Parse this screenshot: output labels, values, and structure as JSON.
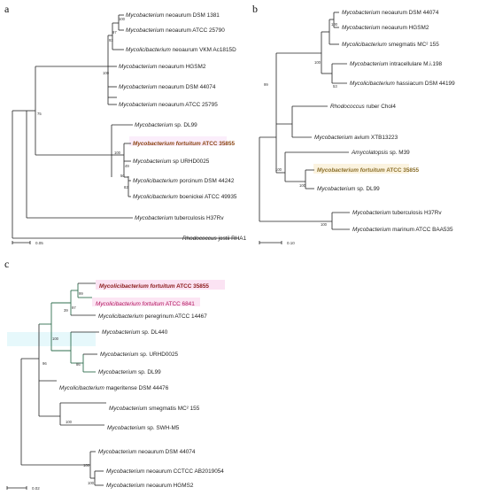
{
  "panels": {
    "a": {
      "letter": "a",
      "scale_label": "0.05",
      "accent": "#8b4513",
      "highlight_bg": "#fbeefb",
      "taxa": [
        {
          "genus": "Mycobacterium",
          "rest": "neoaurum DSM 1381"
        },
        {
          "genus": "Mycobacterium",
          "rest": "neoaurum ATCC 25790"
        },
        {
          "genus": "Mycolicibacterium",
          "rest": "neoaurum VKM Ac1815D"
        },
        {
          "genus": "Mycobacterium",
          "rest": "neoaurum HGSM2"
        },
        {
          "genus": "Mycobacterium",
          "rest": "neoaurum DSM 44074"
        },
        {
          "genus": "Mycobacterium",
          "rest": "neoaurum ATCC 25795"
        },
        {
          "genus": "Mycobacterium",
          "rest": "sp. DL99"
        },
        {
          "genus": "Mycobacterium fortuitum",
          "rest": "ATCC 35855",
          "highlight": true
        },
        {
          "genus": "Mycobacterium",
          "rest": "sp URHD0025"
        },
        {
          "genus": "Mycolicibacterium",
          "rest": "porcinum DSM 44242"
        },
        {
          "genus": "Mycolicibacterium",
          "rest": "boenickei ATCC 49935"
        },
        {
          "genus": "Mycobacterium",
          "rest": "tuberculosis H37Rv"
        },
        {
          "genus": "Rhodococcus",
          "rest": "jostii RHA1"
        }
      ],
      "bootstrap": [
        "100",
        "97",
        "93",
        "100",
        "75",
        "100",
        "49",
        "50",
        "82"
      ]
    },
    "b": {
      "letter": "b",
      "scale_label": "0.10",
      "accent": "#8b6f2b",
      "highlight_bg": "#fbf3df",
      "taxa": [
        {
          "genus": "Mycobacterium",
          "rest": "neoaurum DSM 44074"
        },
        {
          "genus": "Mycobacterium",
          "rest": "neoaurum HGSM2"
        },
        {
          "genus": "Mycolicibacterium",
          "rest": "smegmatis MC² 155"
        },
        {
          "genus": "Mycobacterium",
          "rest": "intracellulare M.i.198"
        },
        {
          "genus": "Mycolicibacterium",
          "rest": "hassiacum DSM 44199"
        },
        {
          "genus": "Rhodococcus",
          "rest": "ruber Chol4"
        },
        {
          "genus": "Mycobacterium",
          "rest": "avium XTB13223"
        },
        {
          "genus": "Amycolatopsis",
          "rest": "sp. M39"
        },
        {
          "genus": "Mycobacterium fortuitum",
          "rest": "ATCC 35855",
          "highlight": true
        },
        {
          "genus": "Mycobacterium",
          "rest": "sp. DL99"
        },
        {
          "genus": "Mycobacterium",
          "rest": "tuberculosis H37Rv"
        },
        {
          "genus": "Mycobacterium",
          "rest": "marinum ATCC BAA535"
        }
      ],
      "bootstrap": [
        "100",
        "100",
        "53",
        "99",
        "100",
        "100",
        "100"
      ]
    },
    "c": {
      "letter": "c",
      "scale_label": "0.02",
      "accent": "#8b1a1a",
      "highlight_bg": "#fbe3f3",
      "taxa": [
        {
          "genus": "Mycolicibacterium fortuitum",
          "rest": "ATCC 35855",
          "highlight": true
        },
        {
          "genus": "Mycolicibacterium fortuitum",
          "rest": "ATCC 6841"
        },
        {
          "genus": "Mycolicibacterium",
          "rest": "peregrinum ATCC 14467"
        },
        {
          "genus": "Mycobacterium",
          "rest": "sp. DL440"
        },
        {
          "genus": "Mycobacterium",
          "rest": "sp. URHD0025"
        },
        {
          "genus": "Mycobacterium",
          "rest": "sp. DL99"
        },
        {
          "genus": "Mycolicibacterium",
          "rest": "mageritense DSM 44476"
        },
        {
          "genus": "Mycobacterium",
          "rest": "smegmatis MC² 155"
        },
        {
          "genus": "Mycobacterium",
          "rest": "sp. SWH-M5"
        },
        {
          "genus": "Mycobacterium",
          "rest": "neoaurum DSM 44074"
        },
        {
          "genus": "Mycobacterium",
          "rest": "neoaurum CCTCC AB2019054"
        },
        {
          "genus": "Mycobacterium",
          "rest": "neoaurum HGMS2"
        }
      ],
      "bootstrap": [
        "99",
        "97",
        "39",
        "100",
        "86",
        "96",
        "100",
        "100",
        "100"
      ]
    }
  }
}
